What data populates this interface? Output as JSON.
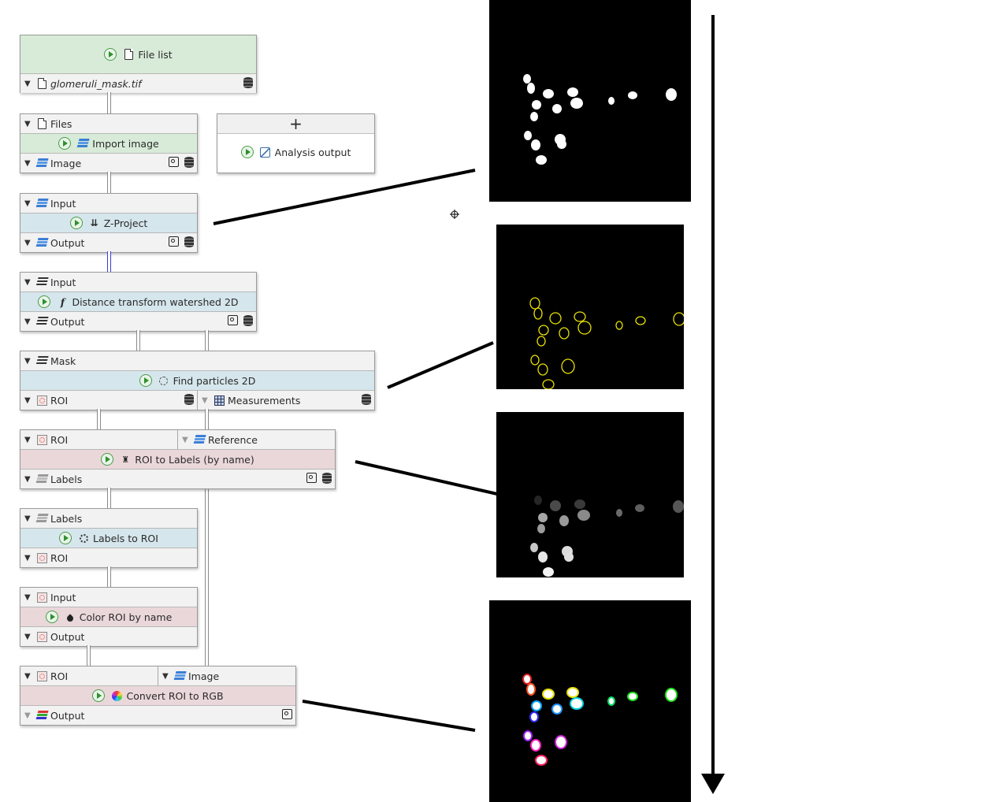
{
  "nodes": {
    "file_list": {
      "title": "File list",
      "output": "glomeruli_mask.tif"
    },
    "import_image": {
      "input": "Files",
      "title": "Import image",
      "output": "Image"
    },
    "analysis_output": {
      "plus": "+",
      "title": "Analysis output"
    },
    "z_project": {
      "input": "Input",
      "title": "Z-Project",
      "output": "Output"
    },
    "dt_watershed": {
      "input": "Input",
      "title": "Distance transform watershed 2D",
      "output": "Output"
    },
    "find_particles": {
      "input": "Mask",
      "title": "Find particles 2D",
      "output_1": "ROI",
      "output_2": "Measurements"
    },
    "roi_to_labels": {
      "input_1": "ROI",
      "input_2": "Reference",
      "title": "ROI to Labels (by name)",
      "output": "Labels"
    },
    "labels_to_roi": {
      "input": "Labels",
      "title": "Labels to ROI",
      "output": "ROI"
    },
    "color_roi": {
      "input": "Input",
      "title": "Color ROI by name",
      "output": "Output"
    },
    "convert_roi_rgb": {
      "input_1": "ROI",
      "input_2": "Image",
      "title": "Convert ROI to RGB",
      "output": "Output"
    }
  },
  "icons": {
    "play": "play-icon",
    "file": "file-icon",
    "image_stack": "image-stack-icon",
    "roi": "roi-icon",
    "cache": "database-icon",
    "snapshot": "snapshot-icon"
  },
  "colors": {
    "header_green": "#d8ebd8",
    "header_blue": "#d5e6ec",
    "header_red": "#ead7d9",
    "panel_bg": "#000000",
    "outline_yellow": "#e8e000"
  }
}
